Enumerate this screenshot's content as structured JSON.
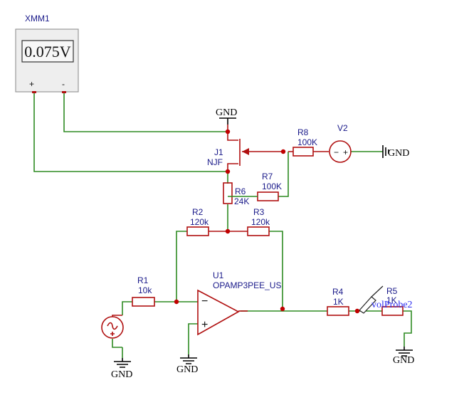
{
  "multimeter": {
    "label": "XMM1",
    "reading": "0.075V",
    "plus": "+",
    "minus": "-"
  },
  "jfet": {
    "ref": "J1",
    "type": "NJF"
  },
  "source_v2": {
    "ref": "V2",
    "plus": "+",
    "minus": "−"
  },
  "opamp": {
    "ref": "U1",
    "model": "OPAMP3PEE_US",
    "inv": "−",
    "noninv": "+"
  },
  "resistors": {
    "R1": {
      "ref": "R1",
      "value": "10k"
    },
    "R2": {
      "ref": "R2",
      "value": "120k"
    },
    "R3": {
      "ref": "R3",
      "value": "120k"
    },
    "R4": {
      "ref": "R4",
      "value": "1K"
    },
    "R5": {
      "ref": "R5",
      "value": "1K"
    },
    "R6": {
      "ref": "R6",
      "value": "24K"
    },
    "R7": {
      "ref": "R7",
      "value": "100K"
    },
    "R8": {
      "ref": "R8",
      "value": "100K"
    }
  },
  "probe": {
    "label": "volProbe2"
  },
  "grounds": {
    "label": "GND"
  }
}
